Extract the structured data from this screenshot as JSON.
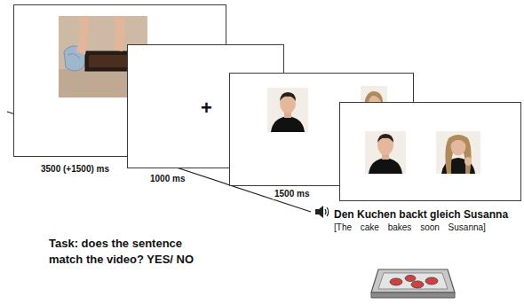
{
  "diagram": {
    "nodes": [
      {
        "text": [
          "3500 (+1500) ms"
        ]
      },
      {
        "text": [
          "+",
          "1000 ms"
        ]
      },
      {
        "text": [
          "1500 ms"
        ]
      },
      {
        "text": [
          "Den Kuchen backt gleich Susanna",
          "[The cake bakes soon Susanna]"
        ]
      }
    ],
    "labels": [
      "Task: does the sentence match the video? YES/ NO"
    ]
  }
}
